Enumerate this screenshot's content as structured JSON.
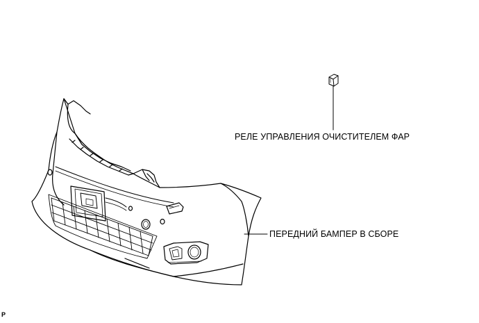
{
  "labels": {
    "relay": "РЕЛЕ УПРАВЛЕНИЯ ОЧИСТИТЕЛЕМ ФАР",
    "bumper": "ПЕРЕДНИЙ БАМПЕР В СБОРЕ"
  },
  "corner_mark": "P",
  "colors": {
    "line": "#000000",
    "background": "#ffffff"
  }
}
